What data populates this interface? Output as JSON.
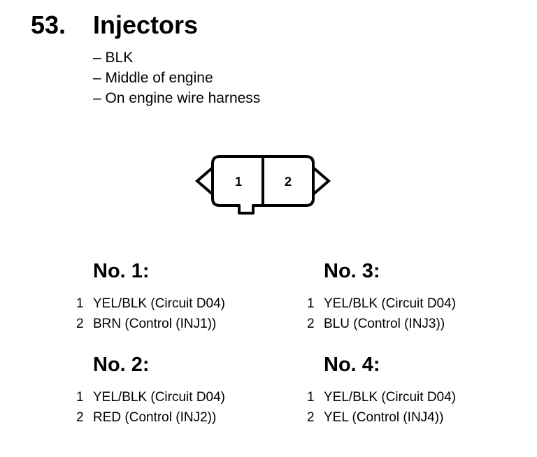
{
  "header": {
    "number": "53.",
    "title": "Injectors",
    "notes": [
      "– BLK",
      "– Middle of engine",
      "– On engine wire harness"
    ]
  },
  "connector": {
    "terminals": [
      "1",
      "2"
    ]
  },
  "groups": [
    {
      "title": "No. 1:",
      "pins": [
        {
          "pin": "1",
          "desc": "YEL/BLK (Circuit D04)"
        },
        {
          "pin": "2",
          "desc": "BRN (Control (INJ1))"
        }
      ]
    },
    {
      "title": "No. 2:",
      "pins": [
        {
          "pin": "1",
          "desc": "YEL/BLK (Circuit D04)"
        },
        {
          "pin": "2",
          "desc": "RED (Control (INJ2))"
        }
      ]
    },
    {
      "title": "No. 3:",
      "pins": [
        {
          "pin": "1",
          "desc": "YEL/BLK (Circuit D04)"
        },
        {
          "pin": "2",
          "desc": "BLU (Control (INJ3))"
        }
      ]
    },
    {
      "title": "No. 4:",
      "pins": [
        {
          "pin": "1",
          "desc": "YEL/BLK (Circuit D04)"
        },
        {
          "pin": "2",
          "desc": "YEL (Control (INJ4))"
        }
      ]
    }
  ]
}
